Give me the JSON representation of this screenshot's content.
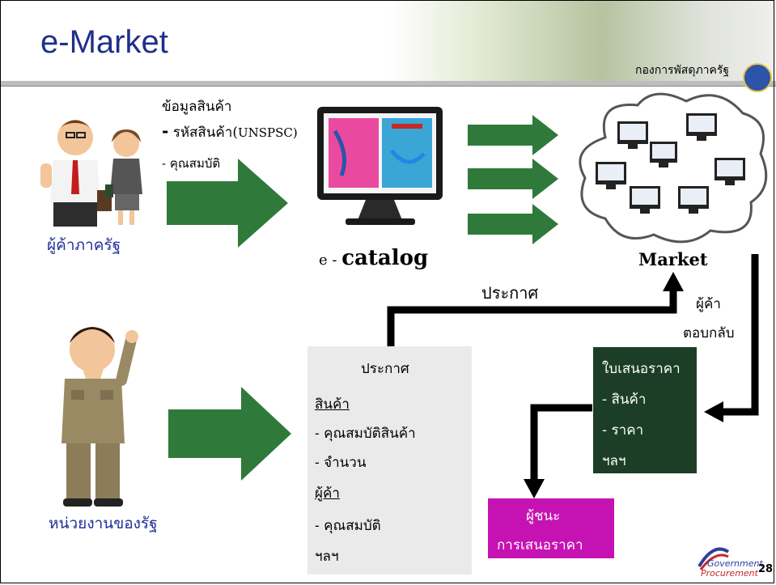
{
  "slide": {
    "title": "e-Market",
    "agency": "กองการพัสดุภาครัฐ",
    "page_number": "28",
    "logo_text_1": "Government",
    "logo_text_2": "Procurement"
  },
  "top_flow": {
    "product_info_heading": "ข้อมูลสินค้า",
    "product_info_code_dash": "-",
    "product_info_code": "รหัสสินค้า(",
    "product_info_code_std": "UNSPSC)",
    "product_info_props": "- คุณสมบัติ",
    "vendor_label": "ผู้ค้าภาครัฐ",
    "catalog_prefix": "e - ",
    "catalog_label": "catalog",
    "market_label": "Market"
  },
  "bottom_flow": {
    "announce_arrow_label": "ประกาศ",
    "vendor_reply_1": "ผู้ค้า",
    "vendor_reply_2": "ตอบกลับ",
    "agency_label": "หน่วยงานของรัฐ",
    "notice": {
      "heading": "ประกาศ",
      "goods_header": "สินค้า",
      "goods_props": "- คุณสมบัติสินค้า",
      "quantity": "- จำนวน",
      "vendor_header": "ผู้ค้า",
      "vendor_props": "- คุณสมบัติ",
      "etc": "ฯลฯ"
    },
    "bid": {
      "heading": "ใบเสนอราคา",
      "goods": "- สินค้า",
      "price": "- ราคา",
      "etc": "ฯลฯ"
    },
    "winner": {
      "line1": "ผู้ชนะ",
      "line2": "การเสนอราคา"
    }
  },
  "colors": {
    "title": "#1f2f8a",
    "arrow_green": "#2f7a3a",
    "bid_box": "#1c3e26",
    "winner_box": "#c612b3",
    "notice_box": "#eaeaea"
  }
}
